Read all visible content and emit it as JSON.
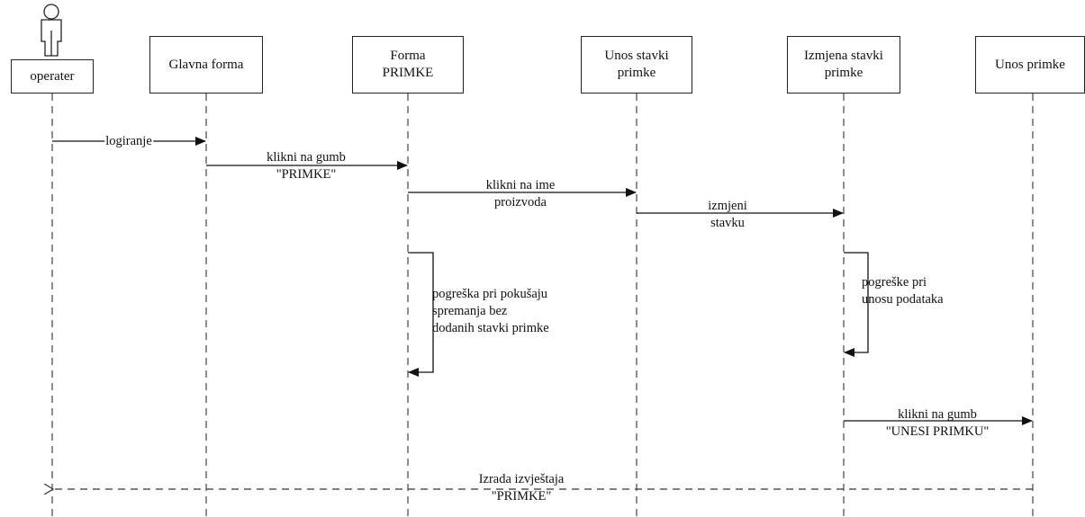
{
  "participants": [
    {
      "id": "operater",
      "label": "operater",
      "actor": true
    },
    {
      "id": "glavna",
      "label": "Glavna forma"
    },
    {
      "id": "forma",
      "label": "Forma\nPRIMKE"
    },
    {
      "id": "unos_stavki",
      "label": "Unos stavki\nprimke"
    },
    {
      "id": "izmjena",
      "label": "Izmjena stavki\nprimke"
    },
    {
      "id": "unos_primke",
      "label": "Unos primke"
    }
  ],
  "messages": [
    {
      "label": "logiranje",
      "style": "solid"
    },
    {
      "label": "klikni na gumb\n\"PRIMKE\"",
      "style": "solid"
    },
    {
      "label": "klikni na ime\nproizvoda",
      "style": "solid"
    },
    {
      "label": "izmjeni\nstavku",
      "style": "solid"
    },
    {
      "label": "pogreška pri pokušaju\nspremanja bez\ndodanih stavki primke",
      "style": "self"
    },
    {
      "label": "pogreške pri\nunosu podataka",
      "style": "self"
    },
    {
      "label": "klikni na gumb\n\"UNESI PRIMKU\"",
      "style": "solid"
    },
    {
      "label": "Izrada izvještaja\n\"PRIMKE\"",
      "style": "dashed-return"
    }
  ]
}
